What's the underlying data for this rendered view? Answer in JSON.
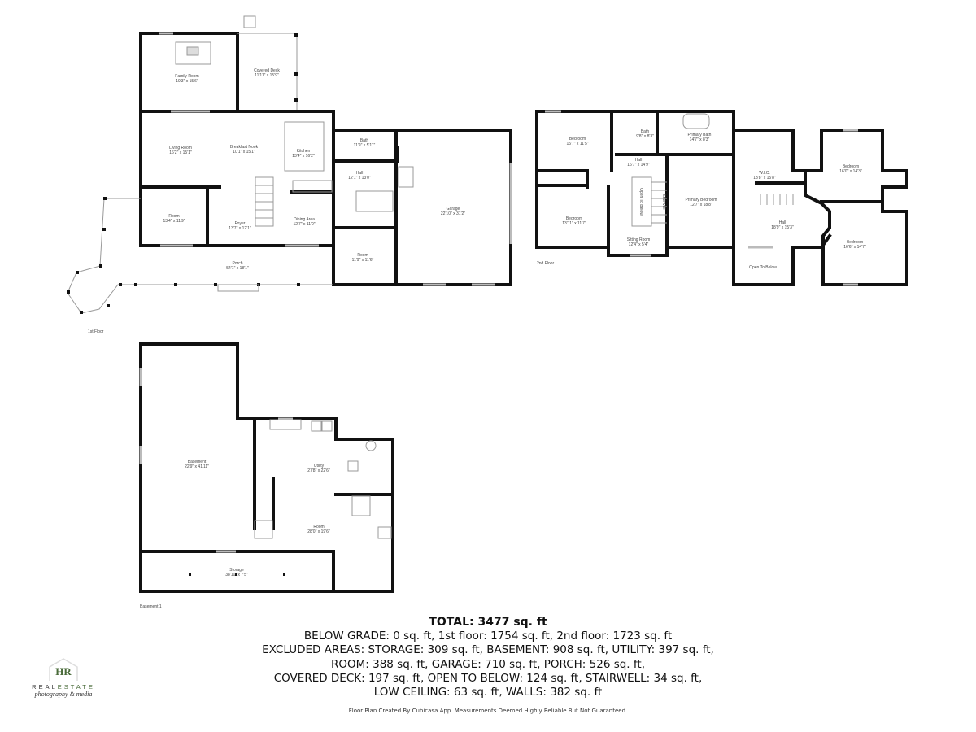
{
  "floors": {
    "first": {
      "label": "1st Floor",
      "rooms": [
        {
          "name": "Family Room",
          "dims": "19'3\" x 15'6\""
        },
        {
          "name": "Covered Deck",
          "dims": "11'11\" x 15'9\""
        },
        {
          "name": "Living Room",
          "dims": "16'2\" x 15'1\""
        },
        {
          "name": "Breakfast Nook",
          "dims": "10'1\" x 15'1\""
        },
        {
          "name": "Kitchen",
          "dims": "13'4\" x 16'2\""
        },
        {
          "name": "Bath",
          "dims": "11'9\" x 5'11\""
        },
        {
          "name": "Hall",
          "dims": "12'1\" x 13'0\""
        },
        {
          "name": "Garage",
          "dims": "22'10\" x 31'2\""
        },
        {
          "name": "Room",
          "dims": "13'4\" x 11'9\""
        },
        {
          "name": "Foyer",
          "dims": "13'7\" x 12'1\""
        },
        {
          "name": "Dining Area",
          "dims": "12'7\" x 11'0\""
        },
        {
          "name": "Room",
          "dims": "11'9\" x 11'6\""
        },
        {
          "name": "Porch",
          "dims": "54'1\" x 18'1\""
        }
      ]
    },
    "second": {
      "label": "2nd Floor",
      "rooms": [
        {
          "name": "Bedroom",
          "dims": "15'7\" x 11'5\""
        },
        {
          "name": "Bath",
          "dims": "9'8\" x 8'3\""
        },
        {
          "name": "Primary Bath",
          "dims": "14'7\" x 8'3\""
        },
        {
          "name": "Hall",
          "dims": "16'7\" x 14'9\""
        },
        {
          "name": "Bedroom",
          "dims": "13'11\" x 11'7\""
        },
        {
          "name": "Open To Below",
          "dims": ""
        },
        {
          "name": "Stairwell",
          "dims": ""
        },
        {
          "name": "Sitting Room",
          "dims": "12'4\" x 5'4\""
        },
        {
          "name": "Primary Bedroom",
          "dims": "12'7\" x 18'8\""
        },
        {
          "name": "W.I.C.",
          "dims": "13'8\" x 15'8\""
        },
        {
          "name": "Hall",
          "dims": "18'9\" x 15'3\""
        },
        {
          "name": "Open To Below",
          "dims": ""
        },
        {
          "name": "Bedroom",
          "dims": "16'0\" x 14'3\""
        },
        {
          "name": "Bedroom",
          "dims": "16'6\" x 14'7\""
        }
      ]
    },
    "basement": {
      "label": "Basement 1",
      "rooms": [
        {
          "name": "Basement",
          "dims": "22'9\" x 41'11\""
        },
        {
          "name": "Utility",
          "dims": "27'8\" x 22'6\""
        },
        {
          "name": "Room",
          "dims": "28'0\" x 19'6\""
        },
        {
          "name": "Storage",
          "dims": "38'10\" x 7'5\""
        }
      ]
    }
  },
  "summary": {
    "total": "TOTAL: 3477 sq. ft",
    "lines": [
      "BELOW GRADE: 0 sq. ft, 1st floor: 1754 sq. ft, 2nd floor: 1723 sq. ft",
      "EXCLUDED AREAS: STORAGE: 309 sq. ft, BASEMENT: 908 sq. ft, UTILITY: 397 sq. ft,",
      "ROOM: 388 sq. ft, GARAGE: 710 sq. ft, PORCH: 526 sq. ft,",
      "COVERED DECK: 197 sq. ft, OPEN TO BELOW: 124 sq. ft, STAIRWELL: 34 sq. ft,",
      "LOW CEILING: 63 sq. ft, WALLS: 382 sq. ft"
    ],
    "disclaimer": "Floor Plan Created By Cubicasa App. Measurements Deemed Highly Reliable But Not Guaranteed."
  },
  "logo": {
    "monogram": "HR",
    "brand_a": "REAL",
    "brand_b": "ESTATE",
    "tagline": "photography & media",
    "accent_color": "#4a6b3a"
  }
}
